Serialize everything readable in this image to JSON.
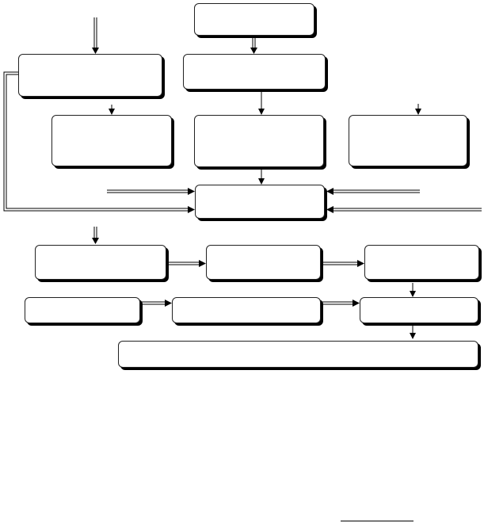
{
  "diagram": {
    "nodes": [
      {
        "id": "n-top",
        "label": ""
      },
      {
        "id": "n-r1-left",
        "label": ""
      },
      {
        "id": "n-r1-mid",
        "label": ""
      },
      {
        "id": "n-r2-left",
        "label": ""
      },
      {
        "id": "n-r2-mid",
        "label": ""
      },
      {
        "id": "n-r2-right",
        "label": ""
      },
      {
        "id": "n-center",
        "label": ""
      },
      {
        "id": "n-r4-left",
        "label": ""
      },
      {
        "id": "n-r4-mid",
        "label": ""
      },
      {
        "id": "n-r4-right",
        "label": ""
      },
      {
        "id": "n-r5-left",
        "label": ""
      },
      {
        "id": "n-r5-mid",
        "label": ""
      },
      {
        "id": "n-r5-right",
        "label": ""
      },
      {
        "id": "n-bottom",
        "label": ""
      }
    ],
    "edges": [
      {
        "from": "external",
        "to": "n-r1-left"
      },
      {
        "from": "n-top",
        "to": "n-r1-mid"
      },
      {
        "from": "n-r1-left",
        "to": "n-r2-left"
      },
      {
        "from": "n-r1-mid",
        "to": "n-r2-mid"
      },
      {
        "from": "external",
        "to": "n-r2-right"
      },
      {
        "from": "n-r2-mid",
        "to": "n-center"
      },
      {
        "from": "external",
        "to": "n-center"
      },
      {
        "from": "n-r1-left",
        "to": "n-center"
      },
      {
        "from": "external",
        "to": "n-r4-left"
      },
      {
        "from": "n-r4-left",
        "to": "n-r4-mid"
      },
      {
        "from": "n-r4-mid",
        "to": "n-r4-right"
      },
      {
        "from": "n-r4-right",
        "to": "n-r5-right"
      },
      {
        "from": "n-r5-left",
        "to": "n-r5-mid"
      },
      {
        "from": "n-r5-mid",
        "to": "n-r5-right"
      },
      {
        "from": "n-r5-right",
        "to": "n-bottom"
      }
    ]
  }
}
